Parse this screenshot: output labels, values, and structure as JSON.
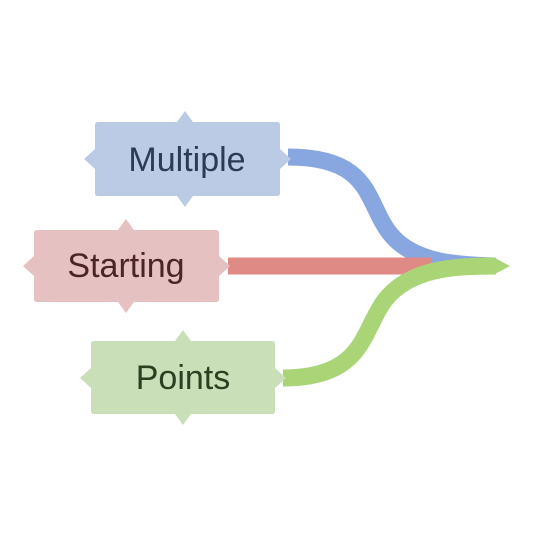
{
  "diagram": {
    "nodes": [
      {
        "label": "Multiple",
        "fill": "#bccbe5",
        "text_color": "#2b3a55",
        "stroke": "#88a6e0"
      },
      {
        "label": "Starting",
        "fill": "#e6c1c1",
        "text_color": "#4b2424",
        "stroke": "#df8a84"
      },
      {
        "label": "Points",
        "fill": "#c9dfb7",
        "text_color": "#2c3f21",
        "stroke": "#a9d577"
      }
    ]
  }
}
